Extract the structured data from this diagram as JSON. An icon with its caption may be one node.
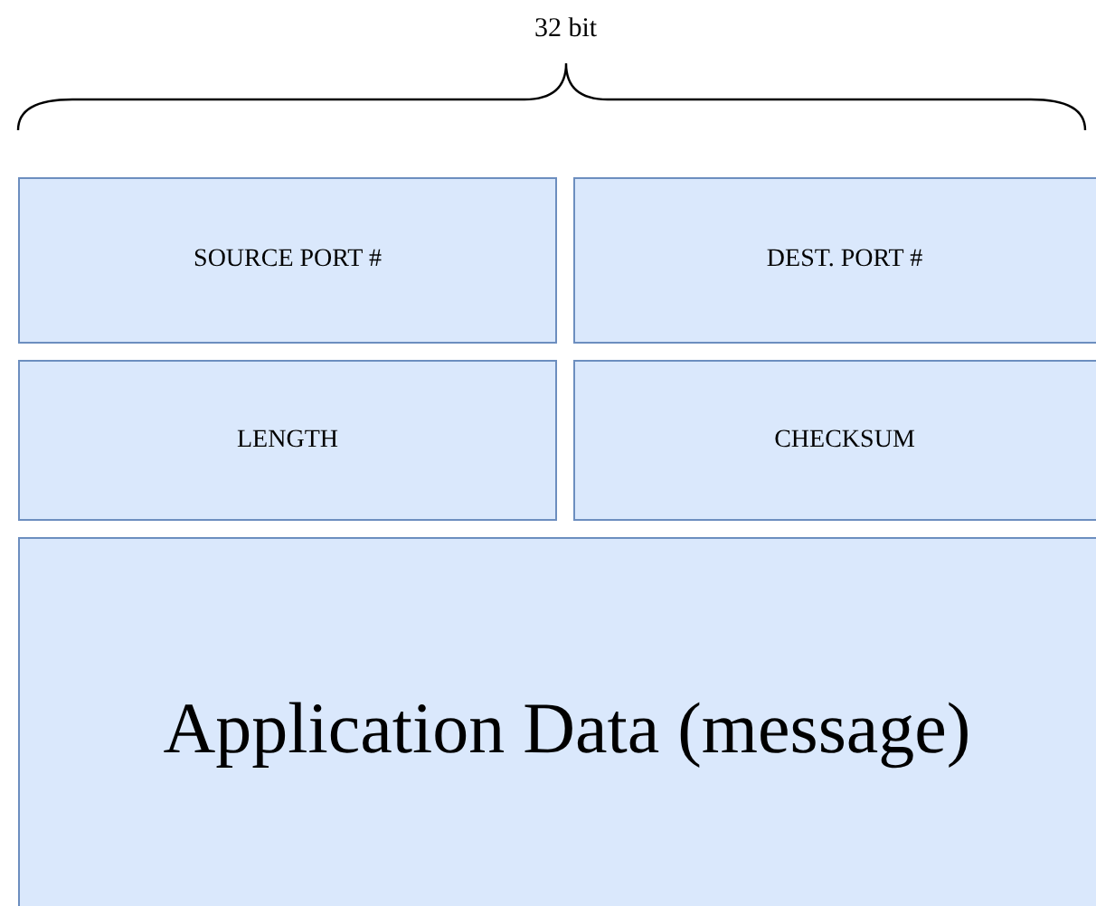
{
  "diagram": {
    "nodes": [
      {
        "text": [
          "SOURCE PORT #"
        ]
      },
      {
        "text": [
          "DEST. PORT #"
        ]
      },
      {
        "text": [
          "LENGTH"
        ]
      },
      {
        "text": [
          "CHECKSUM"
        ]
      },
      {
        "text": [
          "Application Data (message)"
        ]
      }
    ],
    "labels": [
      "32 bit"
    ]
  }
}
